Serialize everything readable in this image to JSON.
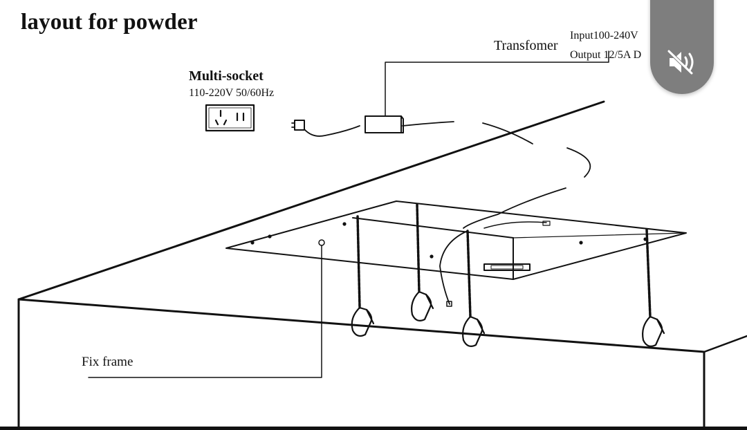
{
  "diagram": {
    "title": "layout for powder",
    "multi_socket": {
      "label": "Multi-socket",
      "spec": "110-220V 50/60Hz"
    },
    "transformer": {
      "label": "Transfomer",
      "input": "Input100-240V",
      "output": "Output 12/5A  D"
    },
    "fix_frame": "Fix frame"
  },
  "overlay": {
    "mute_button_icon": "speaker-muted-icon"
  }
}
